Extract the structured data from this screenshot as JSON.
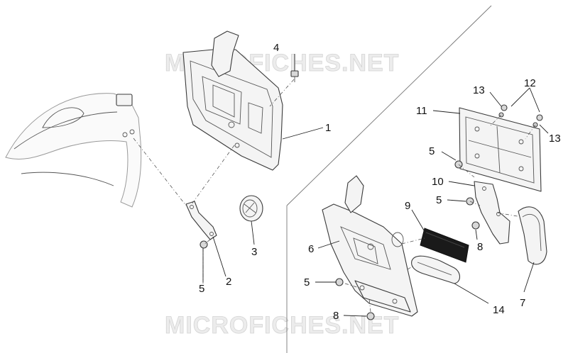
{
  "watermark": {
    "top": "MICROFICHES.NET",
    "bottom": "MICROFICHES.NET"
  },
  "callouts": {
    "c1": "1",
    "c2": "2",
    "c3": "3",
    "c4": "4",
    "c5a": "5",
    "c5b": "5",
    "c5c": "5",
    "c5d": "5",
    "c6": "6",
    "c7": "7",
    "c8a": "8",
    "c8b": "8",
    "c9": "9",
    "c10": "10",
    "c11": "11",
    "c12": "12",
    "c13a": "13",
    "c13b": "13",
    "c14": "14"
  }
}
